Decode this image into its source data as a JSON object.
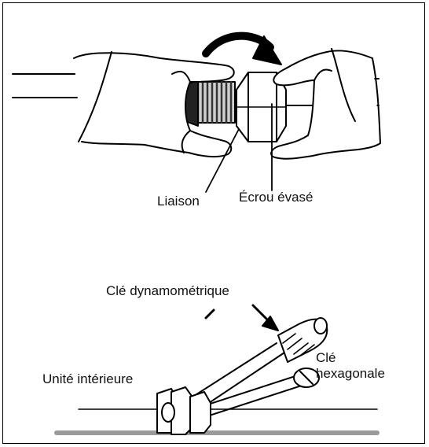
{
  "diagram_top": {
    "labels": {
      "coupling": "Liaison",
      "flare_nut": "Écrou évasé"
    }
  },
  "diagram_bottom": {
    "labels": {
      "torque_wrench": "Clé dynamométrique",
      "indoor_unit": "Unité intérieure",
      "hex_wrench_line1": "Clé",
      "hex_wrench_line2": "hexagonale"
    }
  }
}
